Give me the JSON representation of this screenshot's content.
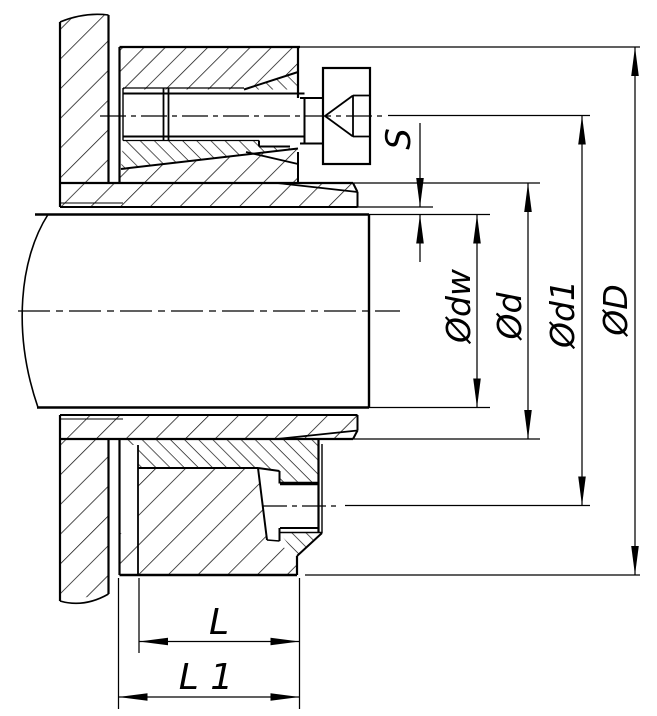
{
  "drawing": {
    "kind": "shaft-locking-assembly-section",
    "background": "#ffffff",
    "line_color": "#000000",
    "dimensions": {
      "gap": {
        "label": "S"
      },
      "shaft_diameter": {
        "label": "Ødw"
      },
      "hub_diameter": {
        "label": "Ød"
      },
      "bolt_circle": {
        "label": "Ød1"
      },
      "outer_diameter": {
        "label": "ØD"
      },
      "length": {
        "label": "L"
      },
      "overall_length": {
        "label": "L 1"
      }
    }
  }
}
